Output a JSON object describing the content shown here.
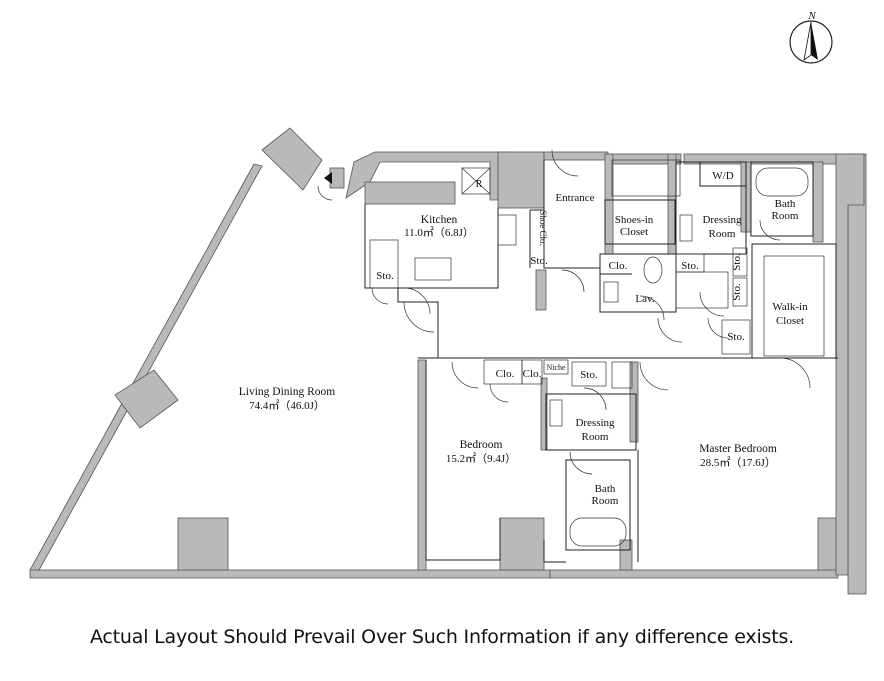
{
  "compass": {
    "label": "N"
  },
  "rooms": {
    "kitchen": {
      "name": "Kitchen",
      "area": "11.0㎡（6.8J）"
    },
    "living": {
      "name": "Living Dining Room",
      "area": "74.4㎡（46.0J）"
    },
    "bedroom": {
      "name": "Bedroom",
      "area": "15.2㎡（9.4J）"
    },
    "master": {
      "name": "Master Bedroom",
      "area": "28.5㎡（17.6J）"
    },
    "entrance": {
      "name": "Entrance"
    },
    "shoes_closet": {
      "line1": "Shoes-in",
      "line2": "Closet"
    },
    "dressing_1": {
      "line1": "Dressing",
      "line2": "Room"
    },
    "dressing_2": {
      "line1": "Dressing",
      "line2": "Room"
    },
    "bath_1": {
      "line1": "Bath",
      "line2": "Room"
    },
    "bath_2": {
      "line1": "Bath",
      "line2": "Room"
    },
    "walkin": {
      "line1": "Walk-in",
      "line2": "Closet"
    },
    "lav": {
      "name": "Lav."
    },
    "wd": {
      "name": "W/D"
    },
    "shoe_clo": {
      "name": "Shoe Clo."
    },
    "refrigerator": {
      "name": "R"
    },
    "niche": {
      "name": "Niche"
    }
  },
  "small_labels": {
    "sto_kitchen": "Sto.",
    "sto_entrance": "Sto.",
    "clo_lav": "Clo.",
    "sto_dressing": "Sto.",
    "sto_walkin_1": "Sto.",
    "sto_walkin_2": "Sto.",
    "sto_walkin_3": "Sto.",
    "clo_bed_1": "Clo.",
    "clo_bed_2": "Clo.",
    "sto_bed": "Sto."
  },
  "disclaimer": "Actual Layout Should Prevail Over Such Information if any difference exists."
}
